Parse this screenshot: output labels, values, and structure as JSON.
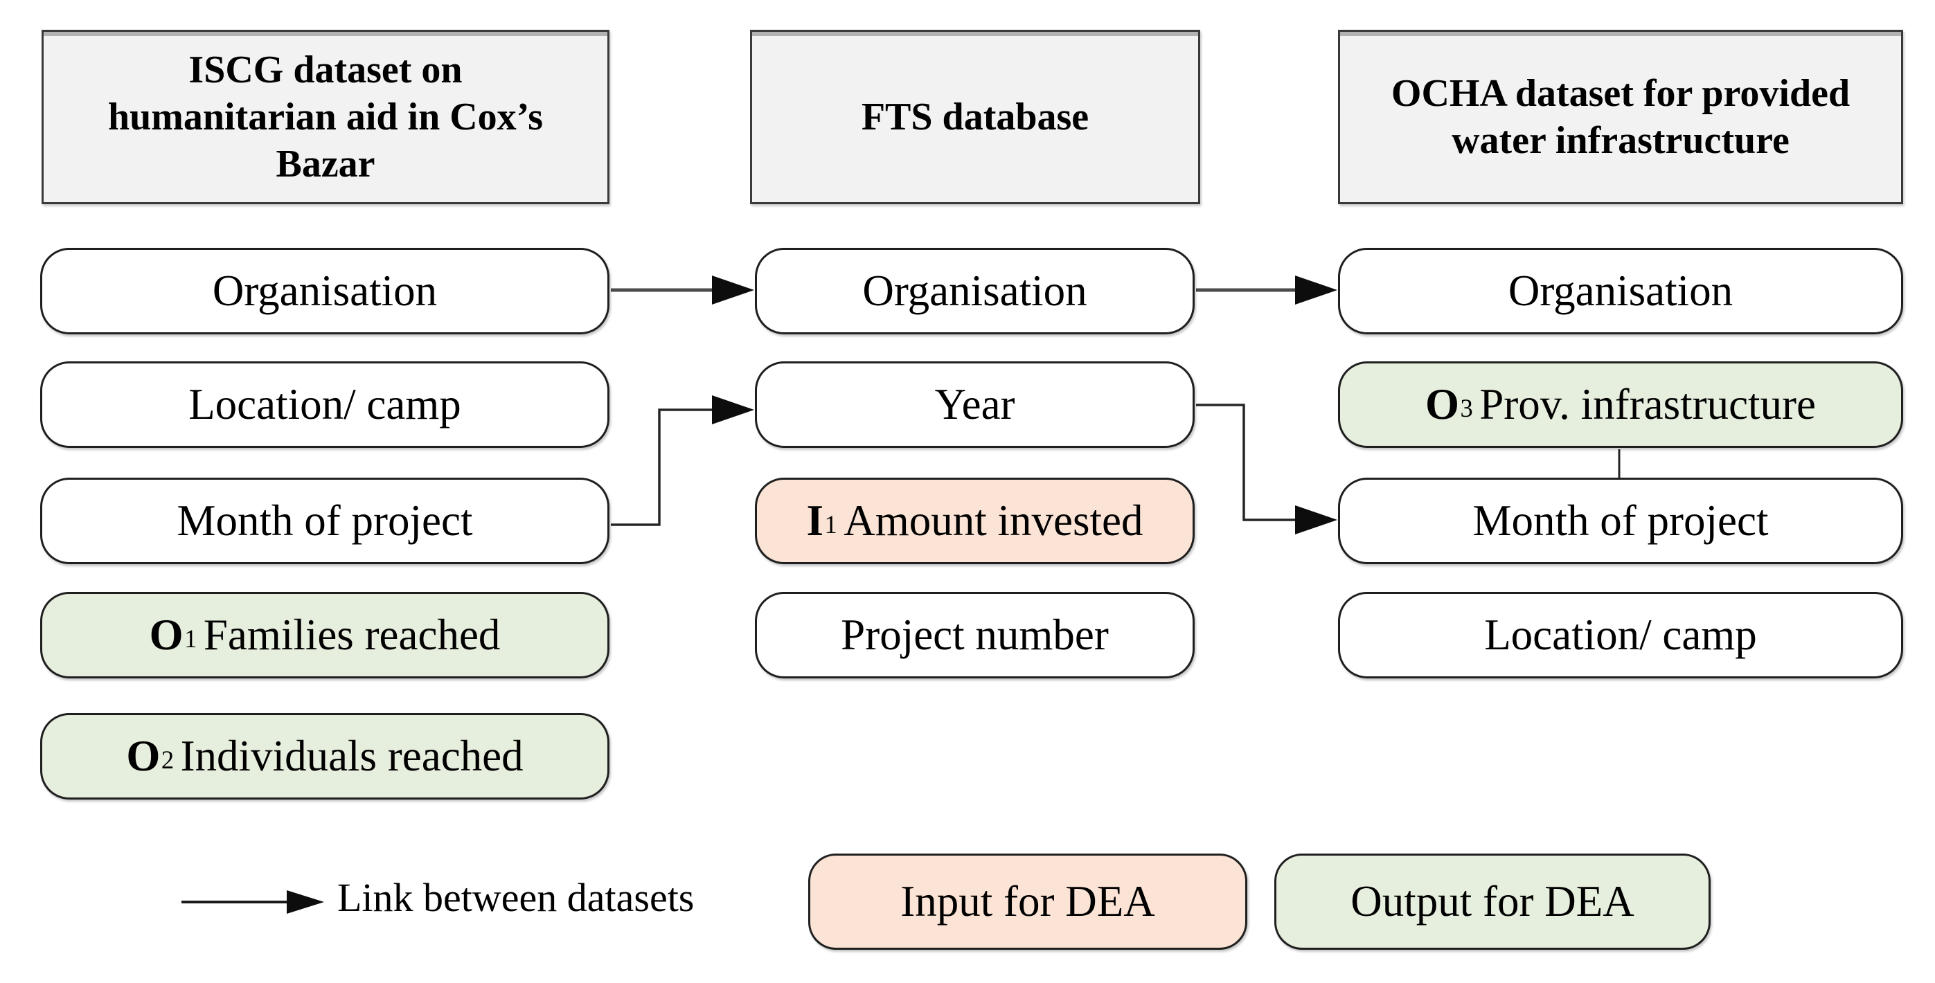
{
  "colors": {
    "header_fill": "#f2f2f2",
    "input_fill": "#fbe3d5",
    "output_fill": "#e6eedd",
    "line": "#3f3f3f"
  },
  "columns": [
    {
      "header": "ISCG dataset on humanitarian aid in Cox’s Bazar",
      "rows": [
        {
          "label": "Organisation"
        },
        {
          "label": "Location/ camp"
        },
        {
          "label": "Month of project"
        },
        {
          "prefix": "O",
          "sub": "1",
          "label": "Families reached",
          "role": "output"
        },
        {
          "prefix": "O",
          "sub": "2",
          "label": "Individuals reached",
          "role": "output"
        }
      ]
    },
    {
      "header": "FTS database",
      "rows": [
        {
          "label": "Organisation"
        },
        {
          "label": "Year"
        },
        {
          "prefix": "I",
          "sub": "1",
          "label": "Amount invested",
          "role": "input"
        },
        {
          "label": "Project number"
        }
      ]
    },
    {
      "header": "OCHA dataset for provided water infrastructure",
      "rows": [
        {
          "label": "Organisation"
        },
        {
          "prefix": "O",
          "sub": "3",
          "label": "Prov. infrastructure",
          "role": "output"
        },
        {
          "label": "Month of project"
        },
        {
          "label": "Location/ camp"
        }
      ]
    }
  ],
  "legend": {
    "link_label": "Link between datasets",
    "input_label": "Input for DEA",
    "output_label": "Output for DEA"
  }
}
